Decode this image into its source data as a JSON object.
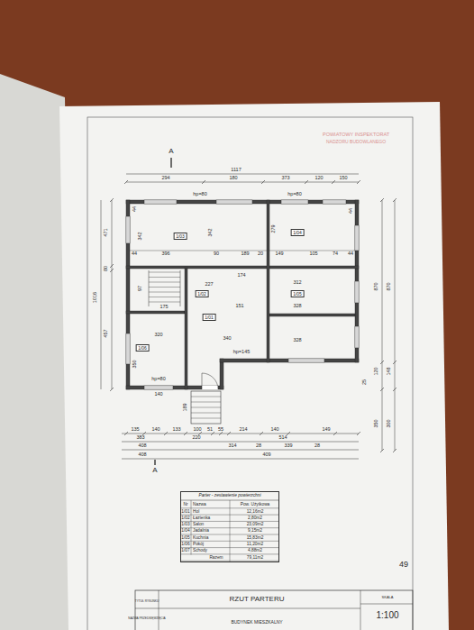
{
  "diagram": {
    "nodes": [
      {
        "text": [
          "1/03"
        ]
      },
      {
        "text": [
          "1/04"
        ]
      },
      {
        "text": [
          "1/02"
        ]
      },
      {
        "text": [
          "1/05"
        ]
      },
      {
        "text": [
          "1/01"
        ]
      },
      {
        "text": [
          "1/06"
        ]
      },
      {
        "text": [
          "Parter - zestawienie powierzchni"
        ]
      }
    ],
    "labels": [
      "POWIATOWY INSPEKTORAT",
      "NADZORU BUDOWLANEGO",
      "A",
      "1117",
      "294",
      "180",
      "373",
      "120",
      "150",
      "hp=80",
      "hp=80",
      "44",
      "342",
      "342",
      "279",
      "44",
      "44",
      "396",
      "90",
      "189",
      "20",
      "149",
      "105",
      "74",
      "44",
      "1016",
      "471",
      "80",
      "457",
      "870",
      "870",
      "25",
      "120",
      "148",
      "350",
      "300",
      "227",
      "312",
      "328",
      "328",
      "320",
      "340",
      "151",
      "350",
      "hp=145",
      "hp=80",
      "174",
      "97",
      "175",
      "140",
      "189",
      "135",
      "140",
      "133",
      "100",
      "51",
      "55",
      "214",
      "140",
      "149",
      "383",
      "220",
      "514",
      "408",
      "314",
      "28",
      "339",
      "28",
      "408",
      "409",
      "A",
      "Nr",
      "Nazwa",
      "Pow. Użytkowa",
      "1/01",
      "Hol",
      "12,16m2",
      "1/02",
      "Łazienka",
      "2,80m2",
      "1/03",
      "Salon",
      "23,09m2",
      "1/04",
      "Jadalnia",
      "9,15m2",
      "1/05",
      "Kuchnia",
      "15,83m2",
      "1/06",
      "Pokój",
      "11,20m2",
      "1/07",
      "Schody",
      "4,88m2",
      "Razem",
      "79,11m2",
      "TYTUŁ RYSUNKU",
      "RZUT PARTERU",
      "NAZWA PRZEDSIĘWZIĘCIA",
      "BUDYNEK MIESZKALNY",
      "SKALA",
      "1:100",
      "49"
    ]
  }
}
